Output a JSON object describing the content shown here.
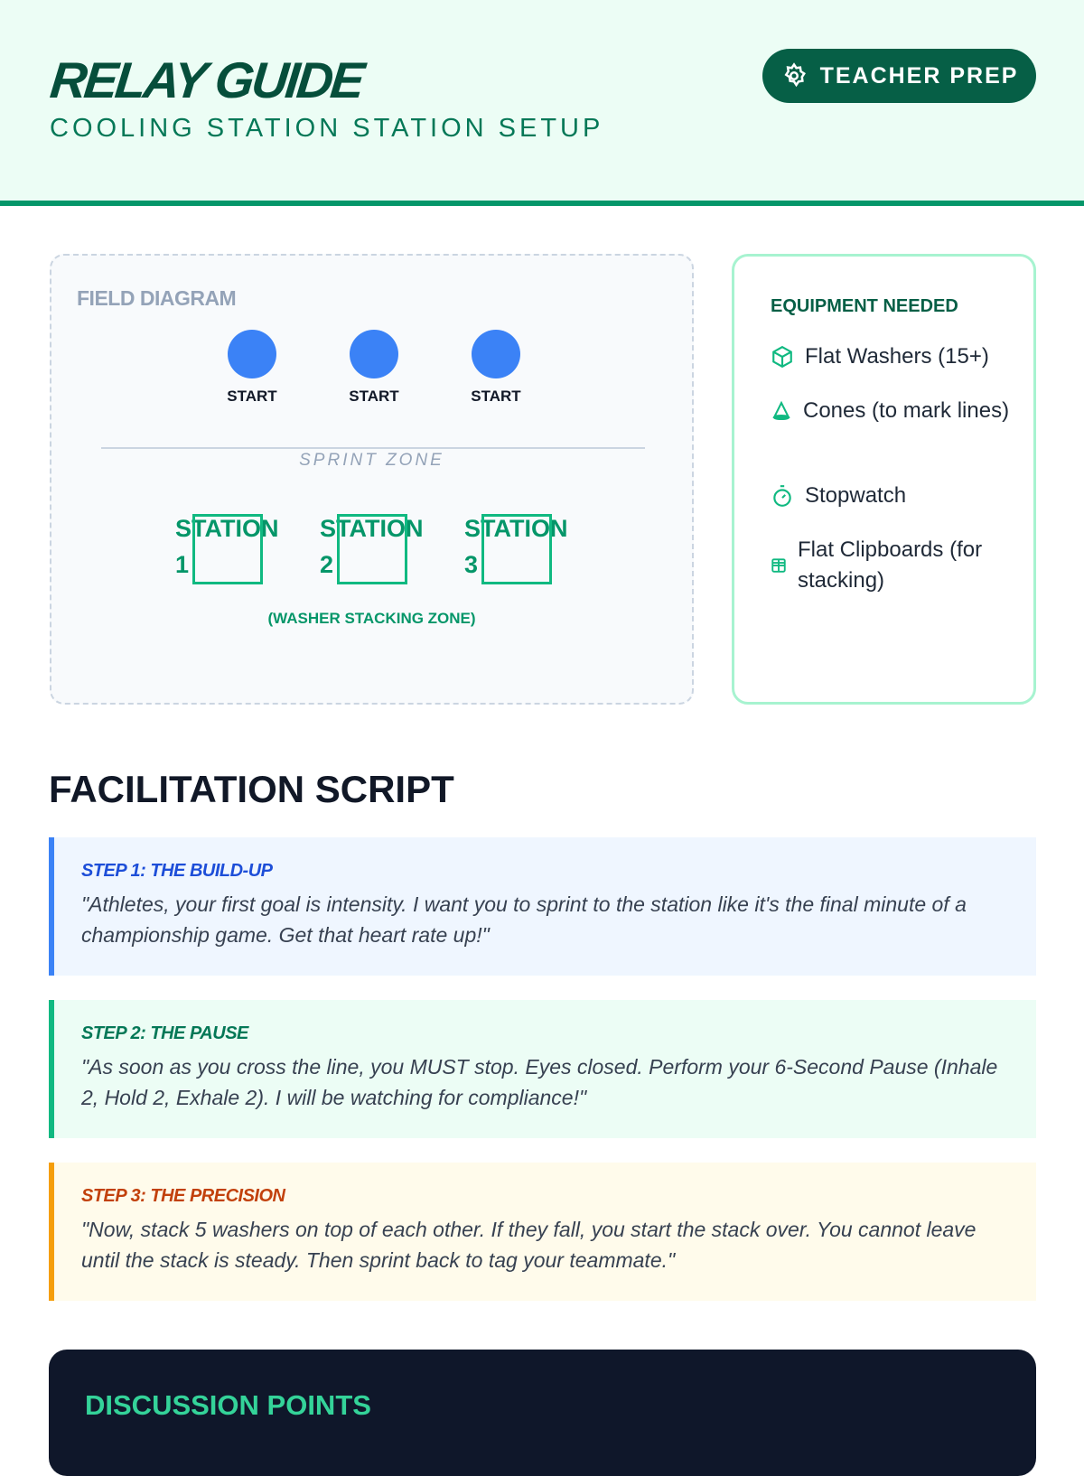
{
  "header": {
    "title": "RELAY GUIDE",
    "subtitle": "COOLING STATION STATION SETUP",
    "button_label": "TEACHER PREP"
  },
  "diagram": {
    "title": "FIELD DIAGRAM",
    "starts": [
      "START",
      "START",
      "START"
    ],
    "zone_label": "SPRINT ZONE",
    "stations": [
      "STATION 1",
      "STATION 2",
      "STATION 3"
    ],
    "stacking_label": "(WASHER STACKING ZONE)"
  },
  "equipment": {
    "title": "EQUIPMENT NEEDED",
    "items": [
      {
        "icon": "box-icon",
        "label": "Flat Washers (15+)"
      },
      {
        "icon": "cone-icon",
        "label": "Cones (to mark lines)"
      },
      {
        "icon": "stopwatch-icon",
        "label": "Stopwatch"
      },
      {
        "icon": "grid-icon",
        "label": "Flat Clipboards (for stacking)"
      }
    ]
  },
  "script": {
    "title": "FACILITATION SCRIPT",
    "steps": [
      {
        "label": "STEP 1: THE BUILD-UP",
        "text": "\"Athletes, your first goal is intensity. I want you to sprint to the station like it's the final minute of a championship game. Get that heart rate up!\"",
        "color": "#3b82f6"
      },
      {
        "label": "STEP 2: THE PAUSE",
        "text": "\"As soon as you cross the line, you MUST stop. Eyes closed. Perform your 6-Second Pause (Inhale 2, Hold 2, Exhale 2). I will be watching for compliance!\"",
        "color": "#10b981"
      },
      {
        "label": "STEP 3: THE PRECISION",
        "text": "\"Now, stack 5 washers on top of each other. If they fall, you start the stack over. You cannot leave until the stack is steady. Then sprint back to tag your teammate.\"",
        "color": "#f59e0b"
      }
    ]
  },
  "discussion": {
    "title": "DISCUSSION POINTS"
  }
}
